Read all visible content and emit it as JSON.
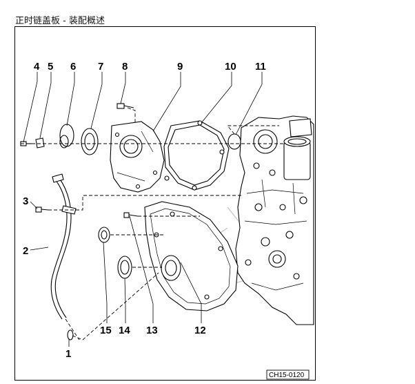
{
  "title": "正时链盖板 - 装配概述",
  "figure_code": "CH15-0120",
  "callouts": [
    "1",
    "2",
    "3",
    "4",
    "5",
    "6",
    "7",
    "8",
    "9",
    "10",
    "11",
    "12",
    "13",
    "14",
    "15"
  ]
}
